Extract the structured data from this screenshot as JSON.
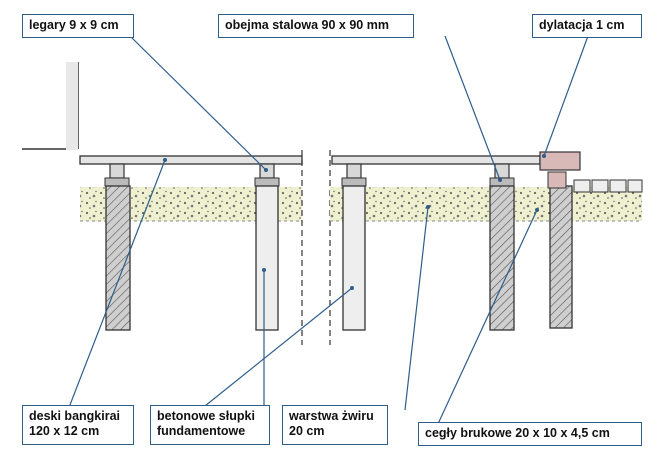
{
  "labels": {
    "legary": "legary 9 x 9 cm",
    "obejma": "obejma stalowa 90 x 90 mm",
    "dylatacja": "dylatacja 1 cm",
    "deski_line1": "deski bangkirai",
    "deski_line2": "120 x 12 cm",
    "slupki_line1": "betonowe słupki",
    "slupki_line2": "fundamentowe",
    "zwir_line1": "warstwa żwiru",
    "zwir_line2": "20 cm",
    "cegly": "cegły brukowe 20 x 10 x 4,5 cm"
  },
  "colors": {
    "leader_line": "#2e5d8a",
    "gravel": "#eef0cf",
    "concrete": "#eaeaea",
    "brick": "#d9b8b8",
    "timber": "#d8d8d8",
    "section_line": "#333333"
  }
}
